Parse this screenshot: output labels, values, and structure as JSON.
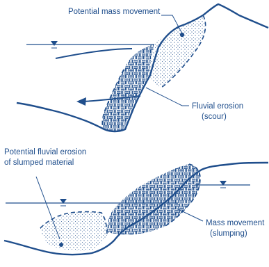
{
  "colors": {
    "line": "#1f4e8c",
    "text": "#1f4e8c",
    "background": "#ffffff"
  },
  "top_panel": {
    "labels": {
      "potential_mass_movement": "Potential mass movement",
      "fluvial_erosion_line1": "Fluvial erosion",
      "fluvial_erosion_line2": "(scour)"
    }
  },
  "bottom_panel": {
    "labels": {
      "potential_fluvial_erosion_line1": "Potential fluvial erosion",
      "potential_fluvial_erosion_line2": "of slumped material",
      "mass_movement_line1": "Mass movement",
      "mass_movement_line2": "(slumping)"
    }
  }
}
